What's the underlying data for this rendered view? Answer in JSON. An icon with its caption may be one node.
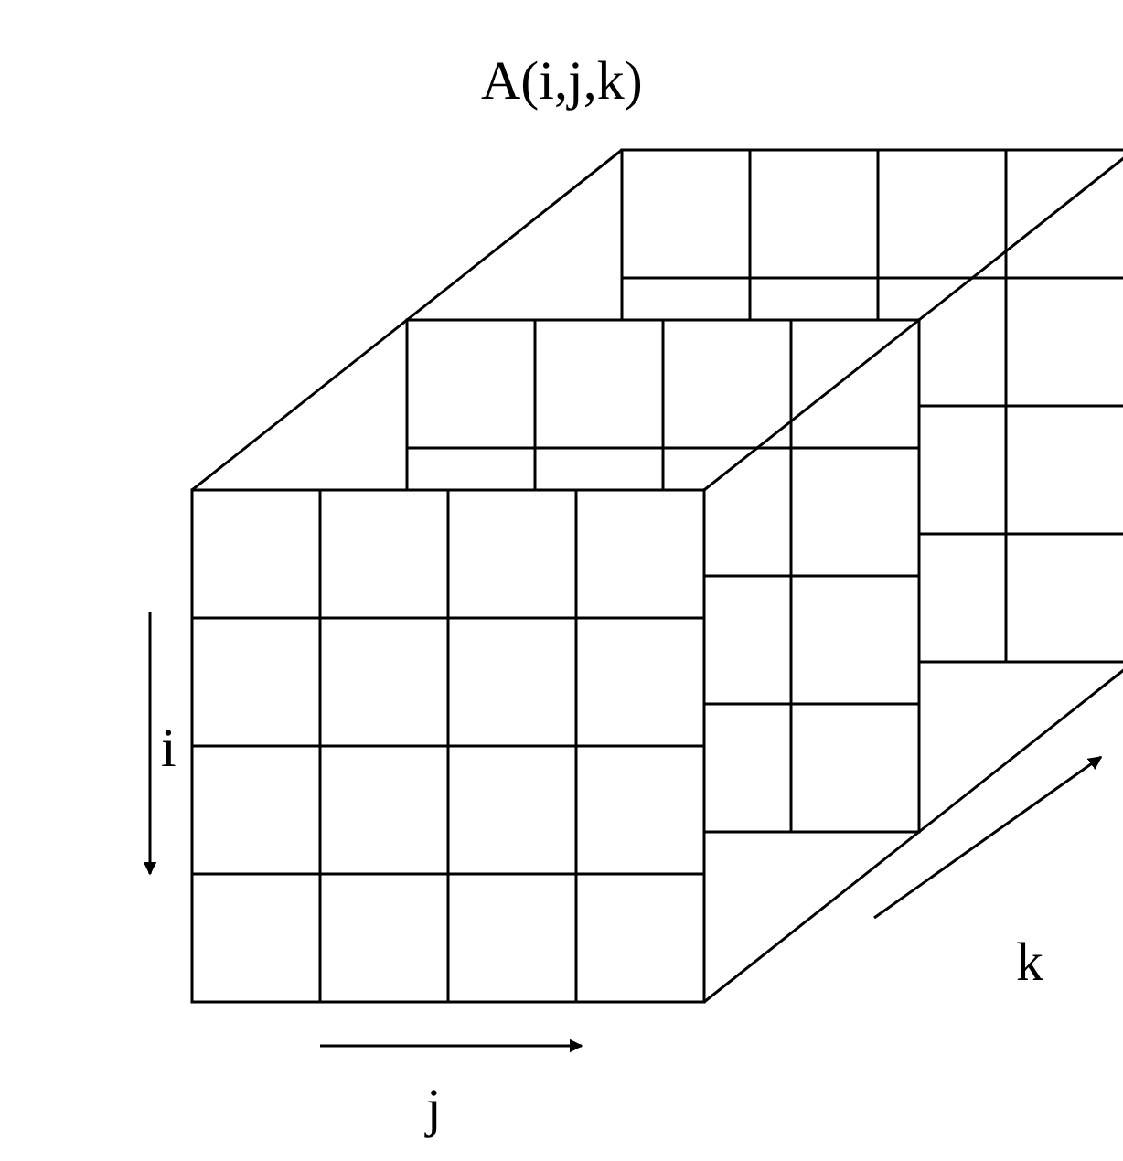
{
  "diagram": {
    "title": "A(i,j,k)",
    "labels": [
      "i",
      "k",
      "j"
    ]
  }
}
